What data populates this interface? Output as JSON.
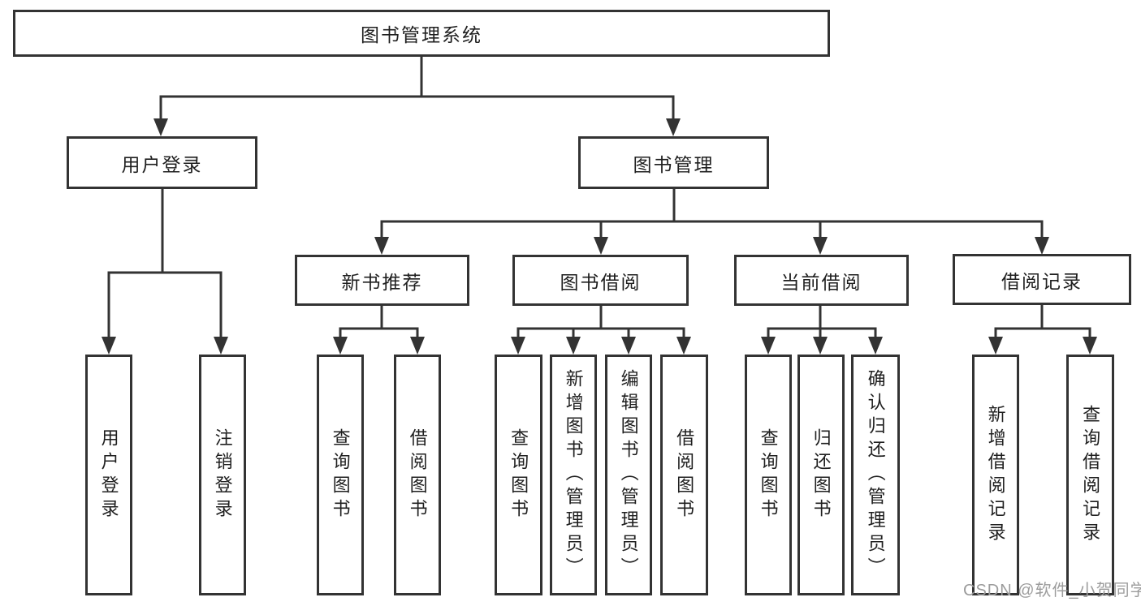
{
  "diagram": {
    "root": {
      "label": "图书管理系统"
    },
    "level2": [
      {
        "id": "user-login",
        "label": "用户登录"
      },
      {
        "id": "book-management",
        "label": "图书管理"
      }
    ],
    "level3": [
      {
        "id": "new-book-recommend",
        "label": "新书推荐",
        "parent": "图书管理"
      },
      {
        "id": "book-borrow",
        "label": "图书借阅",
        "parent": "图书管理"
      },
      {
        "id": "current-borrow",
        "label": "当前借阅",
        "parent": "图书管理"
      },
      {
        "id": "borrow-record",
        "label": "借阅记录",
        "parent": "图书管理"
      }
    ],
    "leaves": [
      {
        "label": "用户登录",
        "parent": "用户登录"
      },
      {
        "label": "注销登录",
        "parent": "用户登录"
      },
      {
        "label": "查询图书",
        "parent": "新书推荐"
      },
      {
        "label": "借阅图书",
        "parent": "新书推荐"
      },
      {
        "label": "查询图书",
        "parent": "图书借阅"
      },
      {
        "label": "新增图书（管理员）",
        "parent": "图书借阅"
      },
      {
        "label": "编辑图书（管理员）",
        "parent": "图书借阅"
      },
      {
        "label": "借阅图书",
        "parent": "图书借阅"
      },
      {
        "label": "查询图书",
        "parent": "当前借阅"
      },
      {
        "label": "归还图书",
        "parent": "当前借阅"
      },
      {
        "label": "确认归还（管理员）",
        "parent": "当前借阅"
      },
      {
        "label": "新增借阅记录",
        "parent": "借阅记录"
      },
      {
        "label": "查询借阅记录",
        "parent": "借阅记录"
      }
    ],
    "watermark": "CSDN @软件_小贺同学",
    "colors": {
      "line": "#333333",
      "border": "#333333",
      "text": "#1f1f1f",
      "watermark": "#9c9c9c",
      "background": "#ffffff"
    }
  }
}
